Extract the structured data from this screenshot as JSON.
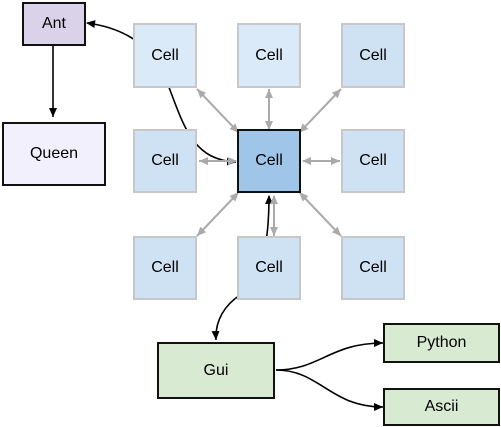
{
  "diagram": {
    "nodes": {
      "ant": {
        "label": "Ant",
        "fill": "#d9d2e9"
      },
      "queen": {
        "label": "Queen",
        "fill": "#f3f0fd"
      },
      "cell_tl": {
        "label": "Cell",
        "fill": "#dbeaf9"
      },
      "cell_tm": {
        "label": "Cell",
        "fill": "#dbeaf9"
      },
      "cell_tr": {
        "label": "Cell",
        "fill": "#cfe2f3"
      },
      "cell_ml": {
        "label": "Cell",
        "fill": "#cfe2f3"
      },
      "cell_center": {
        "label": "Cell",
        "fill": "#9fc5e8"
      },
      "cell_mr": {
        "label": "Cell",
        "fill": "#cfe2f3"
      },
      "cell_bl": {
        "label": "Cell",
        "fill": "#cfe2f3"
      },
      "cell_bm": {
        "label": "Cell",
        "fill": "#cfe2f3"
      },
      "cell_br": {
        "label": "Cell",
        "fill": "#cfe2f3"
      },
      "gui": {
        "label": "Gui",
        "fill": "#d9ead3"
      },
      "python": {
        "label": "Python",
        "fill": "#d9ead3"
      },
      "ascii": {
        "label": "Ascii",
        "fill": "#d9ead3"
      }
    },
    "edges": [
      {
        "from": "ant",
        "to": "queen",
        "style": "directed"
      },
      {
        "from": "cell_center",
        "to": "ant",
        "style": "bidirectional"
      },
      {
        "from": "cell_center",
        "to": "gui",
        "style": "directed"
      },
      {
        "from": "gui",
        "to": "python",
        "style": "directed"
      },
      {
        "from": "gui",
        "to": "ascii",
        "style": "directed"
      },
      {
        "from": "cell_center",
        "to": "cell_tl",
        "style": "bidirectional-grey"
      },
      {
        "from": "cell_center",
        "to": "cell_tm",
        "style": "bidirectional-grey"
      },
      {
        "from": "cell_center",
        "to": "cell_tr",
        "style": "bidirectional-grey"
      },
      {
        "from": "cell_center",
        "to": "cell_ml",
        "style": "bidirectional-grey"
      },
      {
        "from": "cell_center",
        "to": "cell_mr",
        "style": "bidirectional-grey"
      },
      {
        "from": "cell_center",
        "to": "cell_bl",
        "style": "bidirectional-grey"
      },
      {
        "from": "cell_center",
        "to": "cell_bm",
        "style": "bidirectional-grey"
      },
      {
        "from": "cell_center",
        "to": "cell_br",
        "style": "bidirectional-grey"
      }
    ],
    "colors": {
      "edge": "#000000",
      "neighbor_edge": "#aaaaaa",
      "cell_border": "#c8c8c8",
      "node_border": "#111111"
    }
  }
}
